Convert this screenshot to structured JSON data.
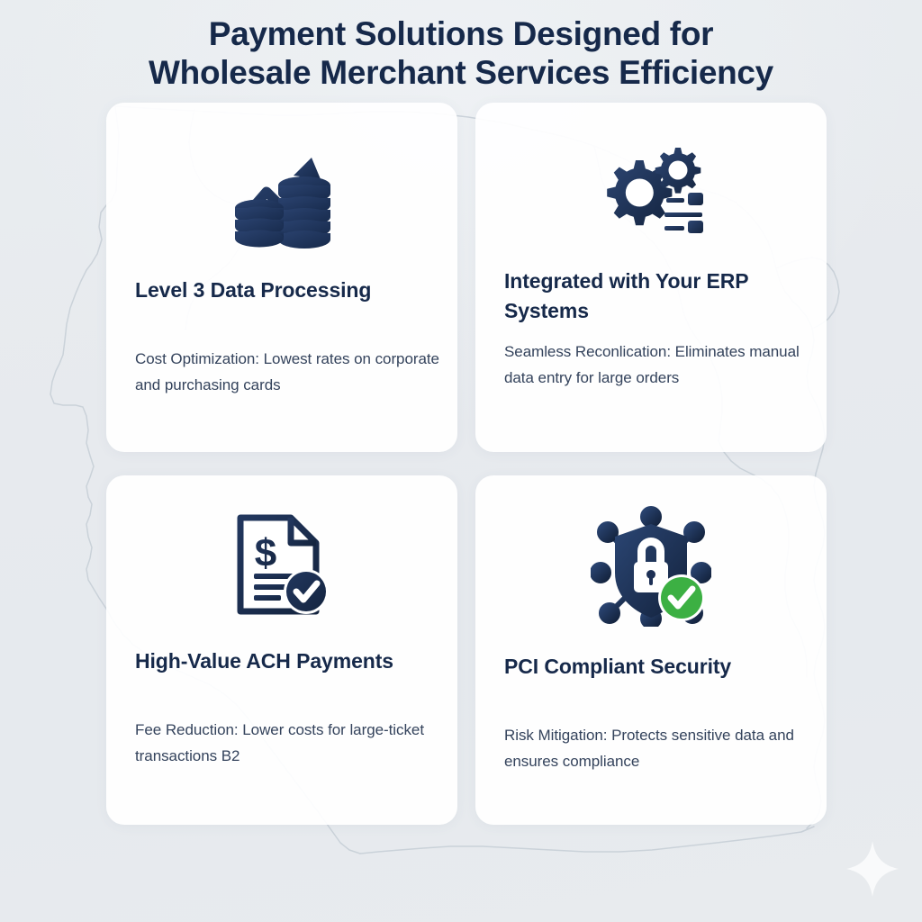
{
  "headline": {
    "line1": "Payment Solutions Designed for",
    "line2": "Wholesale Merchant Services Efficiency",
    "color": "#16294a"
  },
  "theme": {
    "background": "#e9ecef",
    "card_background": "#ffffff",
    "navy": "#1d3055",
    "navy_dark": "#16294a",
    "body_text": "#34435c",
    "accent_green": "#3cb043",
    "map_outline": "#c9d0d7"
  },
  "cards": [
    {
      "icon": "coin-stacks-growth-icon",
      "title": "Level 3 Data Processing",
      "body": "Cost Optimization: Lowest rates on corporate and purchasing cards"
    },
    {
      "icon": "gears-settings-icon",
      "title": "Integrated with Your ERP Systems",
      "body": "Seamless Reconlication: Eliminates manual data entry for large orders"
    },
    {
      "icon": "invoice-dollar-check-icon",
      "title": "High-Value ACH Payments",
      "body": "Fee Reduction: Lower costs for large-ticket transactions B2"
    },
    {
      "icon": "shield-lock-network-check-icon",
      "title": "PCI Compliant Security",
      "body": "Risk Mitigation: Protects sensitive data and ensures compliance"
    }
  ],
  "decorations": {
    "map_label": "us-map-outline",
    "sparkle_label": "four-point-sparkle"
  }
}
